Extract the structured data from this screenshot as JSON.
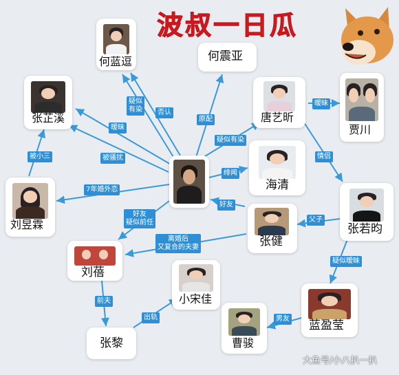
{
  "title": "波叔一日瓜",
  "watermark": "大鱼号/小八扒一扒",
  "colors": {
    "arrow": "#3a9ad9",
    "label_bg": "#2f8fd6",
    "title": "#e8242a",
    "background": "#e9edf1"
  },
  "mascot": {
    "icon": "shiba-dog-icon"
  },
  "people": {
    "center": {
      "name": "",
      "photo": "photo-man-dark-suit"
    },
    "helanyin": {
      "name": "何蓝逗",
      "photo": "photo-young-woman"
    },
    "hezhenya": {
      "name": "何震亚"
    },
    "zhangzhixi": {
      "name": "张芷溪",
      "photo": "photo-woman-portrait"
    },
    "tangyixin": {
      "name": "唐艺昕",
      "photo": "photo-smiling-woman"
    },
    "jiachuan": {
      "name": "贾川",
      "photo": "photo-couple-selfie"
    },
    "haiqing": {
      "name": "海清",
      "photo": "photo-short-hair-woman"
    },
    "liuyuling": {
      "name": "刘昱霖",
      "photo": "photo-long-hair-woman"
    },
    "zhangruoyun": {
      "name": "张若昀",
      "photo": "photo-young-man"
    },
    "zhangjian": {
      "name": "张健",
      "photo": "photo-man-glasses"
    },
    "liubei": {
      "name": "刘蓓",
      "photo": "photo-couple"
    },
    "xiaosongjia": {
      "name": "小宋佳",
      "photo": "photo-woman-smile"
    },
    "zhangli": {
      "name": "张黎"
    },
    "lanyingying": {
      "name": "蓝盈莹",
      "photo": "photo-woman-costume"
    },
    "caojun": {
      "name": "曹骏",
      "photo": "photo-boy"
    }
  },
  "relations": {
    "yisi_youran_1": "疑似\n有染",
    "fouren": "否认",
    "yuanpei": "原配",
    "aimei_zhangzhixi": "暧昧",
    "bei_saorao": "被骚扰",
    "bei_xiaosan": "被小三",
    "yisi_youran_2": "疑似有染",
    "aimei_jiachuan": "暧昧",
    "qinglv": "情侣",
    "feiwen": "绯闻",
    "qinian": "7年婚外恋",
    "haoyou_qianren": "好友\n疑似前任",
    "haoyou": "好友",
    "fuzi": "父子",
    "lihun_fuhe": "离婚后\n又复合的夫妻",
    "yisi_aimei": "疑似暧昧",
    "qianfu": "前夫",
    "chugui": "出轨",
    "nanyou": "男友"
  }
}
